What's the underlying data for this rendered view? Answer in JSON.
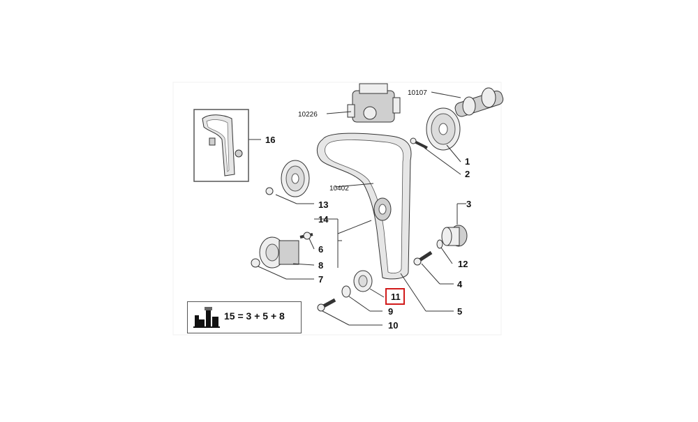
{
  "callouts": {
    "c1": "1",
    "c2": "2",
    "c3": "3",
    "c4": "4",
    "c5": "5",
    "c6": "6",
    "c7": "7",
    "c8": "8",
    "c9": "9",
    "c10": "10",
    "c11": "11",
    "c12": "12",
    "c13": "13",
    "c14": "14",
    "c16": "16",
    "r10107": "10107",
    "r10226": "10226",
    "r10402": "10402"
  },
  "kit_formula": "15 = 3 + 5 + 8",
  "highlight_color": "#d11a1a",
  "highlighted_callout": "11",
  "icons": [
    "kit-icon"
  ]
}
